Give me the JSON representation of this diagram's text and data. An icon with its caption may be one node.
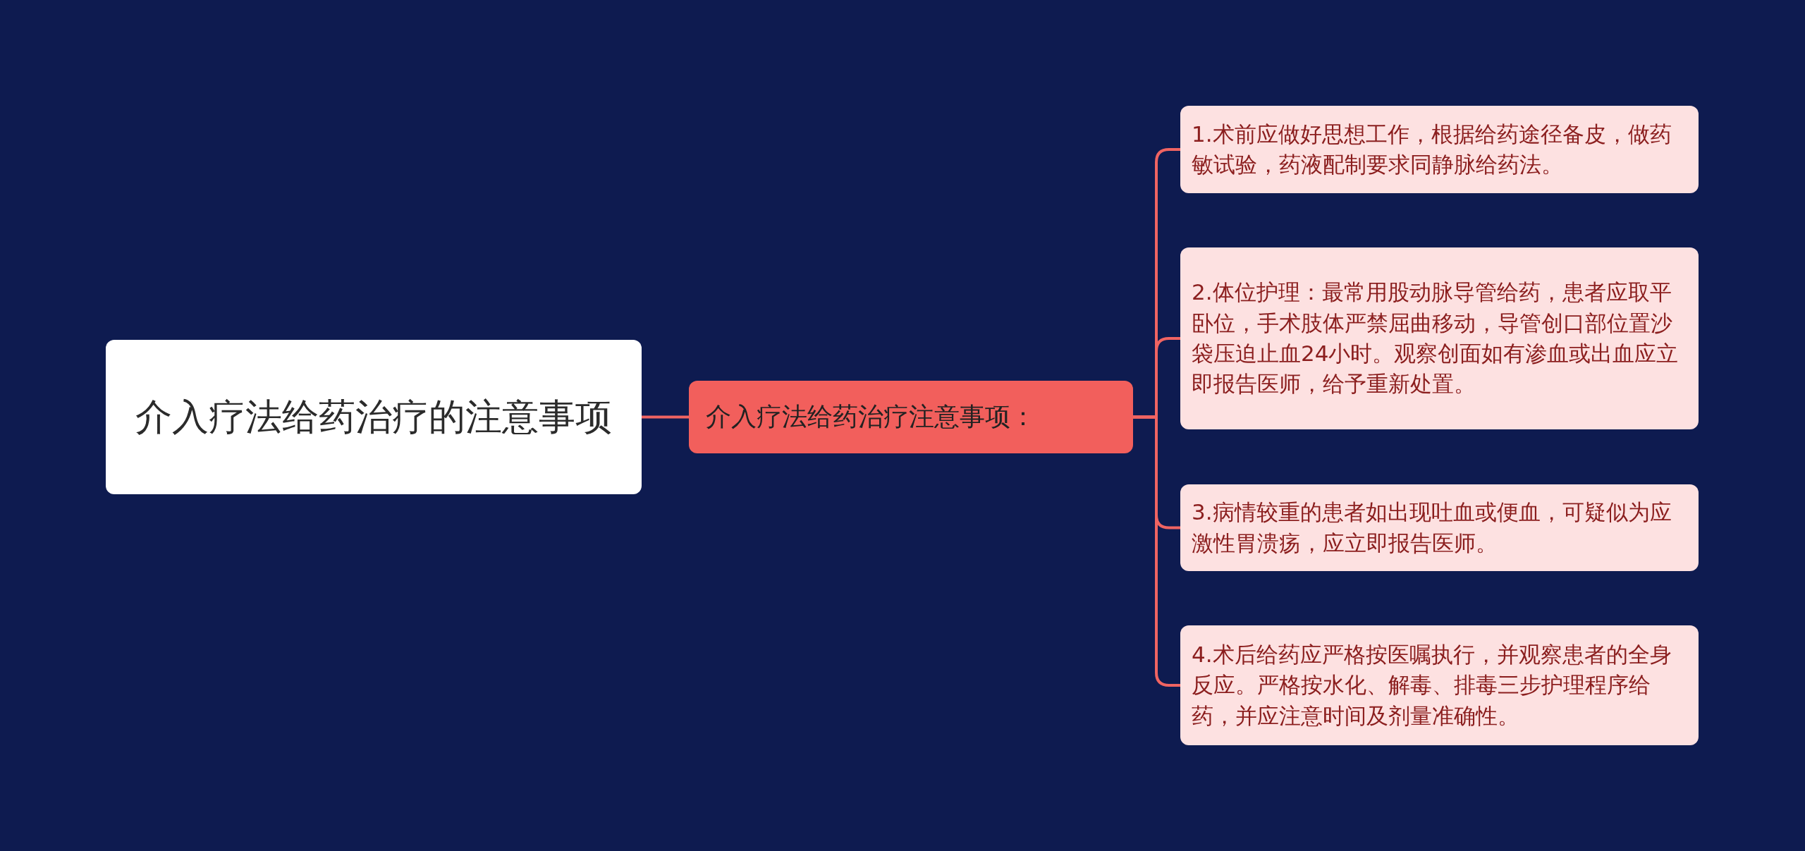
{
  "diagram": {
    "nodes": [
      {
        "text": [
          "介入疗法给药治疗的注意事项"
        ]
      },
      {
        "text": [
          "介入疗法给药治疗注意事项："
        ]
      },
      {
        "text": [
          "1.术前应做好思想工作，根据给药途径备皮，做药敏试验，药液配制要求同静脉给药法。"
        ]
      },
      {
        "text": [
          "2.体位护理：最常用股动脉导管给药，患者应取平卧位，手术肢体严禁屈曲移动，导管创口部位置沙袋压迫止血24小时。观察创面如有渗血或出血应立即报告医师，给予重新处置。"
        ]
      },
      {
        "text": [
          "3.病情较重的患者如出现吐血或便血，可疑似为应激性胃溃疡，应立即报告医师。"
        ]
      },
      {
        "text": [
          "4.术后给药应严格按医嘱执行，并观察患者的全身反应。严格按水化、解毒、排毒三步护理程序给药，并应注意时间及剂量准确性。"
        ]
      }
    ],
    "edges": [
      {
        "from": 0,
        "to": 1,
        "arrow": "none"
      },
      {
        "from": 1,
        "to": 2,
        "arrow": "none"
      },
      {
        "from": 1,
        "to": 3,
        "arrow": "none"
      },
      {
        "from": 1,
        "to": 4,
        "arrow": "none"
      },
      {
        "from": 1,
        "to": 5,
        "arrow": "none"
      }
    ]
  }
}
